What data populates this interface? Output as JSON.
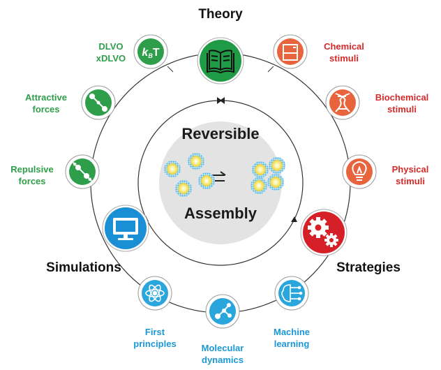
{
  "center": {
    "line1": "Reversible",
    "line2": "Assembly"
  },
  "hubs": {
    "theory": "Theory",
    "simulations": "Simulations",
    "strategies": "Strategies"
  },
  "theory_items": {
    "dlvo": [
      "DLVO",
      "xDLVO"
    ],
    "attractive": [
      "Attractive",
      "forces"
    ],
    "repulsive": [
      "Repulsive",
      "forces"
    ],
    "kbt_symbol": "kBT"
  },
  "strategy_items": {
    "chemical": [
      "Chemical",
      "stimuli"
    ],
    "biochemical": [
      "Biochemical",
      "stimuli"
    ],
    "physical": [
      "Physical",
      "stimuli"
    ]
  },
  "simulation_items": {
    "first": [
      "First",
      "principles"
    ],
    "molecular": [
      "Molecular",
      "dynamics"
    ],
    "ml": [
      "Machine",
      "learning"
    ]
  },
  "colors": {
    "theory": "#1f9a45",
    "theory_items": "#2e9e4a",
    "strategies": "#d52027",
    "strategy_items": "#e8643c",
    "simulations": "#1a8fd6",
    "simulation_items": "#2aa6dc",
    "center_disc": "#e3e3e3",
    "particle_core": "#f4e25c",
    "particle_shell": "#6bbfe2"
  },
  "icons": {
    "theory": "open-book-icon",
    "simulations": "computer-monitor-icon",
    "strategies": "gears-icon",
    "dlvo": "kbt-icon",
    "attractive": "attracting-spheres-icon",
    "repulsive": "repelling-spheres-icon",
    "chemical": "beaker-icon",
    "biochemical": "dna-icon",
    "physical": "lightbulb-icon",
    "first": "atom-icon",
    "molecular": "molecule-icon",
    "ml": "brain-circuit-icon"
  }
}
